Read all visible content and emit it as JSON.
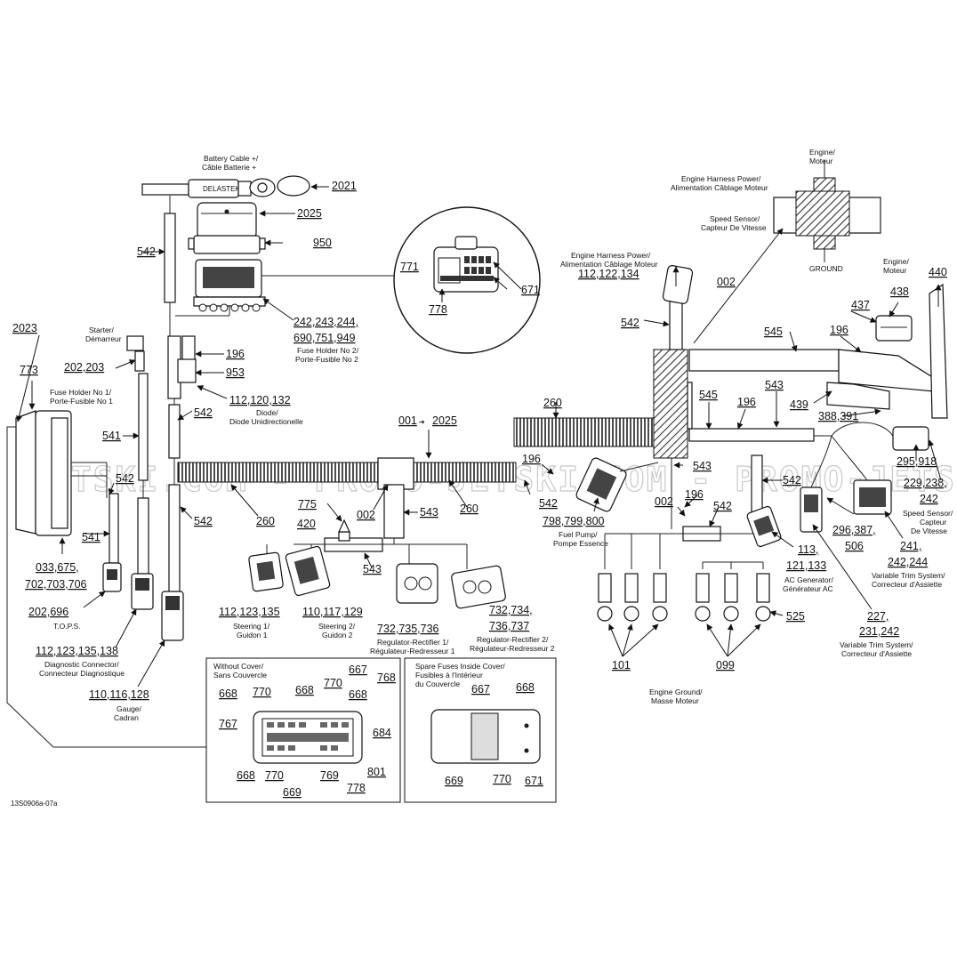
{
  "diagram": {
    "reference": "13S0906a-07a",
    "watermark": "JETSKI.COM - PROMO-JETSKI.COM - PROMO-JETSKI.COM",
    "part_numbers": {
      "p2021": "2021",
      "p2025": "2025",
      "p950": "950",
      "p542a": "542",
      "p242": "242,243,244,",
      "p690": "690,751,949",
      "p196a": "196",
      "p953": "953",
      "p112_120": "112,120,132",
      "p542b": "542",
      "p541a": "541",
      "p542c": "542",
      "p541b": "541",
      "p542d": "542",
      "p2023": "2023",
      "p773": "773",
      "p202_203": "202,203",
      "p033": "033,675,",
      "p702": "702,703,706",
      "p202_696": "202,696",
      "p112_138": "112,123,135,138",
      "p110_128": "110,116,128",
      "p260a": "260",
      "p775": "775",
      "p420": "420",
      "p002a": "002",
      "p543a": "543",
      "p260b": "260",
      "p543b": "543",
      "p112_123": "112,123,135",
      "p110_129": "110,117,129",
      "p732a": "732,735,736",
      "p732b": "732,734,",
      "p736": "736,737",
      "p001": "001",
      "p001to": "2025",
      "p771": "771",
      "p671a": "671",
      "p778a": "778",
      "p112_134": "112,122,134",
      "p542e": "542",
      "p002b": "002",
      "p440": "440",
      "p438": "438",
      "p437": "437",
      "p545a": "545",
      "p196b": "196",
      "p545b": "545",
      "p543c": "543",
      "p196c": "196",
      "p439": "439",
      "p388": "388,391",
      "p260c": "260",
      "p196d": "196",
      "p543d": "543",
      "p542f": "542",
      "p798": "798,799,800",
      "p002c": "002",
      "p196e": "196",
      "p542g": "542",
      "p542h": "542",
      "p295": "295,918",
      "p229": "229,238,",
      "p242b": "242",
      "p296": "296,387,",
      "p506": "506",
      "p241": "241,",
      "p242_244": "242,244",
      "p113": "113,",
      "p121": "121,133",
      "p525": "525",
      "p227": "227,",
      "p231": "231,242",
      "p101": "101",
      "p099": "099",
      "p667a": "667",
      "p668a": "668",
      "p770a": "770",
      "p668b": "668",
      "p770b": "770",
      "p668c": "668",
      "p768": "768",
      "p767": "767",
      "p684": "684",
      "p668d": "668",
      "p770c": "770",
      "p769": "769",
      "p801": "801",
      "p669a": "669",
      "p778b": "778",
      "p667b": "667",
      "p668e": "668",
      "p669b": "669",
      "p770d": "770",
      "p671b": "671"
    },
    "captions": {
      "battery_1": "Battery Cable +/",
      "battery_2": "Câble Batterie +",
      "fuse2_1": "Fuse Holder No 2/",
      "fuse2_2": "Porte-Fusible No 2",
      "diode_1": "Diode/",
      "diode_2": "Diode Unidirectionelle",
      "starter_1": "Starter/",
      "starter_2": "Démarreur",
      "fuse1_1": "Fuse Holder No 1/",
      "fuse1_2": "Porte-Fusible No 1",
      "tops": "T.O.P.S.",
      "diag_1": "Diagnostic Connector/",
      "diag_2": "Connecteur Diagnostique",
      "gauge_1": "Gauge/",
      "gauge_2": "Cadran",
      "steer1_1": "Steering 1/",
      "steer1_2": "Guidon 1",
      "steer2_1": "Steering 2/",
      "steer2_2": "Guidon 2",
      "reg1_1": "Regulator-Rectifier 1/",
      "reg1_2": "Régulateur-Redresseur 1",
      "reg2_1": "Regulator-Rectifier 2/",
      "reg2_2": "Régulateur-Redresseur 2",
      "ehp1_1": "Engine Harness Power/",
      "ehp1_2": "Alimentation Câblage Moteur",
      "ehp2_1": "Engine Harness Power/",
      "ehp2_2": "Alimentation Câblage Moteur",
      "engine1_1": "Engine/",
      "engine1_2": "Moteur",
      "engine2_1": "Engine/",
      "engine2_2": "Moteur",
      "speed1_1": "Speed Sensor/",
      "speed1_2": "Capteur De Vitesse",
      "ground": "GROUND",
      "fuel_1": "Fuel Pump/",
      "fuel_2": "Pompe Essence",
      "acgen_1": "AC Generator/",
      "acgen_2": "Générateur AC",
      "speed2_1": "Speed Sensor/",
      "speed2_2": "Capteur",
      "speed2_3": "De Vitesse",
      "vts1_1": "Variable Trim System/",
      "vts1_2": "Correcteur d'Assiette",
      "vts2_1": "Variable Trim System/",
      "vts2_2": "Correcteur d'Assiette",
      "eground_1": "Engine Ground/",
      "eground_2": "Masse Moteur",
      "without_1": "Without Cover/",
      "without_2": "Sans Couvercle",
      "spare_1": "Spare Fuses Inside Cover/",
      "spare_2": "Fusibles à l'Intérieur",
      "spare_3": "du Couvercle"
    }
  }
}
